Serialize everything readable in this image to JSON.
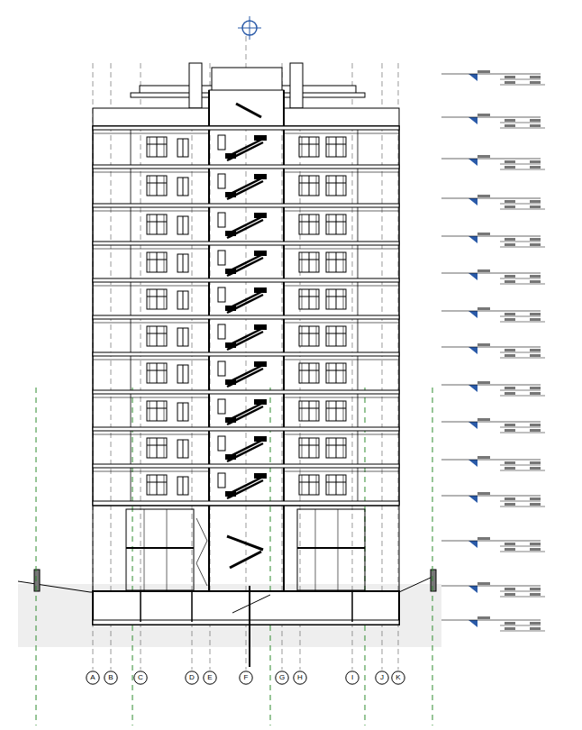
{
  "diagram": {
    "nodes": [
      {
        "text": [
          "A"
        ]
      },
      {
        "text": [
          "B"
        ]
      },
      {
        "text": [
          "C"
        ]
      },
      {
        "text": [
          "D"
        ]
      },
      {
        "text": [
          "E"
        ]
      },
      {
        "text": [
          "F"
        ]
      },
      {
        "text": [
          "G"
        ]
      },
      {
        "text": [
          "H"
        ]
      },
      {
        "text": [
          "I"
        ]
      },
      {
        "text": [
          "J"
        ]
      },
      {
        "text": [
          "K"
        ]
      }
    ]
  }
}
